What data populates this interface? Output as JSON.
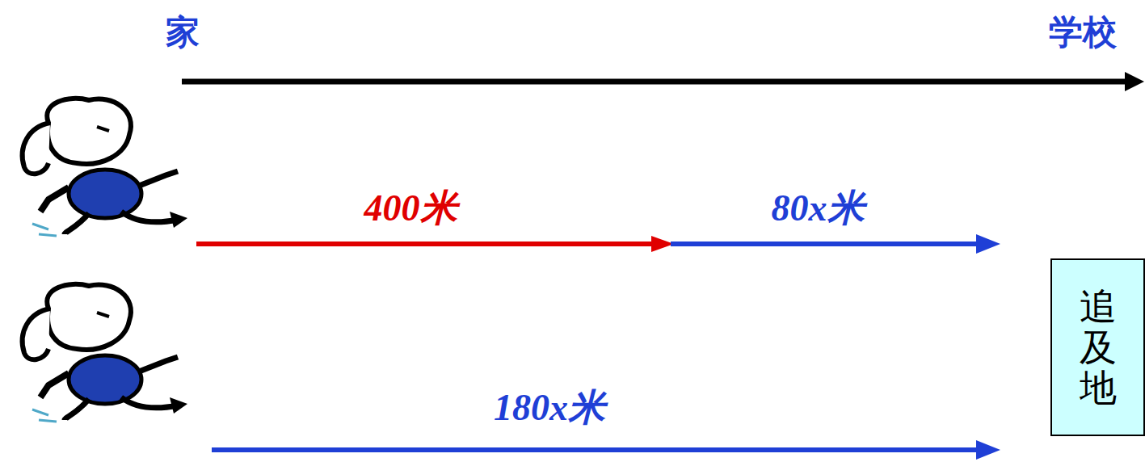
{
  "diagram": {
    "nodes": [
      {
        "text": [
          "追及地"
        ]
      }
    ],
    "labels": [
      "家",
      "学校",
      "400米",
      "80x米",
      "180x米"
    ]
  }
}
